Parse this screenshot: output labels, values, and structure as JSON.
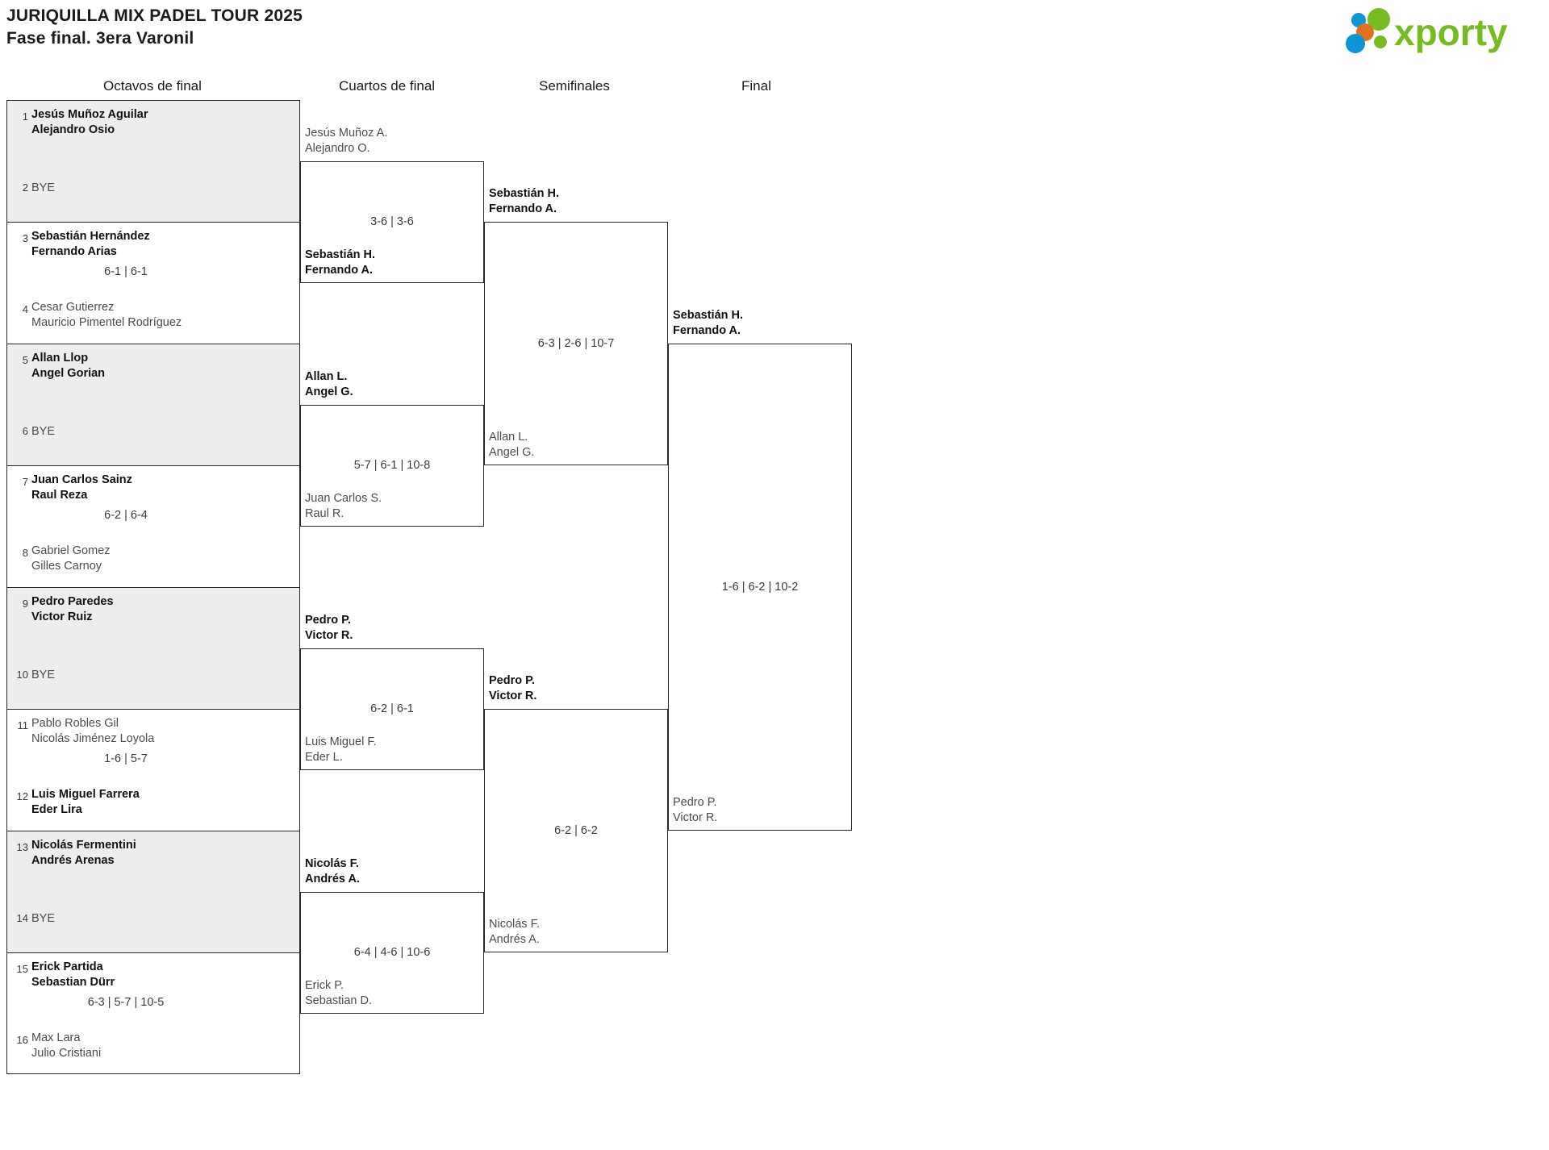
{
  "header": {
    "title_line1": "JURIQUILLA MIX PADEL TOUR 2025",
    "title_line2": "Fase final. 3era Varonil",
    "logo_text": "xporty",
    "logo_colors": {
      "green": "#76bc21",
      "blue": "#0d96d6",
      "orange": "#e2711d"
    }
  },
  "rounds": [
    {
      "label": "Octavos de final"
    },
    {
      "label": "Cuartos de final"
    },
    {
      "label": "Semifinales"
    },
    {
      "label": "Final"
    }
  ],
  "bracket": {
    "round16": [
      {
        "shaded": true,
        "top": {
          "seed": "1",
          "line1": "Jesús Muñoz Aguilar",
          "line2": "Alejandro Osio",
          "status": "win"
        },
        "bottom": {
          "seed": "2",
          "line1": "BYE",
          "line2": "",
          "status": "bye"
        },
        "score": ""
      },
      {
        "shaded": false,
        "top": {
          "seed": "3",
          "line1": "Sebastián Hernández",
          "line2": "Fernando Arias",
          "status": "win"
        },
        "bottom": {
          "seed": "4",
          "line1": "Cesar Gutierrez",
          "line2": "Mauricio Pimentel Rodríguez",
          "status": "lose"
        },
        "score": "6-1 | 6-1"
      },
      {
        "shaded": true,
        "top": {
          "seed": "5",
          "line1": "Allan Llop",
          "line2": "Angel Gorian",
          "status": "win"
        },
        "bottom": {
          "seed": "6",
          "line1": "BYE",
          "line2": "",
          "status": "bye"
        },
        "score": ""
      },
      {
        "shaded": false,
        "top": {
          "seed": "7",
          "line1": "Juan Carlos Sainz",
          "line2": "Raul Reza",
          "status": "win"
        },
        "bottom": {
          "seed": "8",
          "line1": "Gabriel Gomez",
          "line2": "Gilles Carnoy",
          "status": "lose"
        },
        "score": "6-2 | 6-4"
      },
      {
        "shaded": true,
        "top": {
          "seed": "9",
          "line1": "Pedro Paredes",
          "line2": "Victor Ruiz",
          "status": "win"
        },
        "bottom": {
          "seed": "10",
          "line1": "BYE",
          "line2": "",
          "status": "bye"
        },
        "score": ""
      },
      {
        "shaded": false,
        "top": {
          "seed": "11",
          "line1": "Pablo Robles Gil",
          "line2": "Nicolás Jiménez Loyola",
          "status": "lose"
        },
        "bottom": {
          "seed": "12",
          "line1": "Luis Miguel Farrera",
          "line2": "Eder Lira",
          "status": "win"
        },
        "score": "1-6 | 5-7"
      },
      {
        "shaded": true,
        "top": {
          "seed": "13",
          "line1": "Nicolás Fermentini",
          "line2": "Andrés Arenas",
          "status": "win"
        },
        "bottom": {
          "seed": "14",
          "line1": "BYE",
          "line2": "",
          "status": "bye"
        },
        "score": ""
      },
      {
        "shaded": false,
        "top": {
          "seed": "15",
          "line1": "Erick Partida",
          "line2": "Sebastian Dürr",
          "status": "win"
        },
        "bottom": {
          "seed": "16",
          "line1": "Max Lara",
          "line2": "Julio Cristiani",
          "status": "lose"
        },
        "score": "6-3 | 5-7 | 10-5"
      }
    ],
    "quarters": [
      {
        "top": {
          "line1": "Jesús Muñoz A.",
          "line2": "Alejandro O.",
          "status": "lose"
        },
        "bottom": {
          "line1": "Sebastián H.",
          "line2": "Fernando A.",
          "status": "win"
        },
        "score": "3-6 | 3-6"
      },
      {
        "top": {
          "line1": "Allan L.",
          "line2": "Angel G.",
          "status": "win"
        },
        "bottom": {
          "line1": "Juan Carlos S.",
          "line2": "Raul R.",
          "status": "lose"
        },
        "score": "5-7 | 6-1 | 10-8"
      },
      {
        "top": {
          "line1": "Pedro P.",
          "line2": "Victor R.",
          "status": "win"
        },
        "bottom": {
          "line1": "Luis Miguel F.",
          "line2": "Eder L.",
          "status": "lose"
        },
        "score": "6-2 | 6-1"
      },
      {
        "top": {
          "line1": "Nicolás F.",
          "line2": "Andrés A.",
          "status": "win"
        },
        "bottom": {
          "line1": "Erick P.",
          "line2": "Sebastian D.",
          "status": "lose"
        },
        "score": "6-4 | 4-6 | 10-6"
      }
    ],
    "semis": [
      {
        "top": {
          "line1": "Sebastián H.",
          "line2": "Fernando A.",
          "status": "win"
        },
        "bottom": {
          "line1": "Allan L.",
          "line2": "Angel G.",
          "status": "lose"
        },
        "score": "6-3 | 2-6 | 10-7"
      },
      {
        "top": {
          "line1": "Pedro P.",
          "line2": "Victor R.",
          "status": "win"
        },
        "bottom": {
          "line1": "Nicolás F.",
          "line2": "Andrés A.",
          "status": "lose"
        },
        "score": "6-2 | 6-2"
      }
    ],
    "final": [
      {
        "top": {
          "line1": "Sebastián H.",
          "line2": "Fernando A.",
          "status": "win"
        },
        "bottom": {
          "line1": "Pedro P.",
          "line2": "Victor R.",
          "status": "lose"
        },
        "score": "1-6 | 6-2 | 10-2"
      }
    ]
  }
}
